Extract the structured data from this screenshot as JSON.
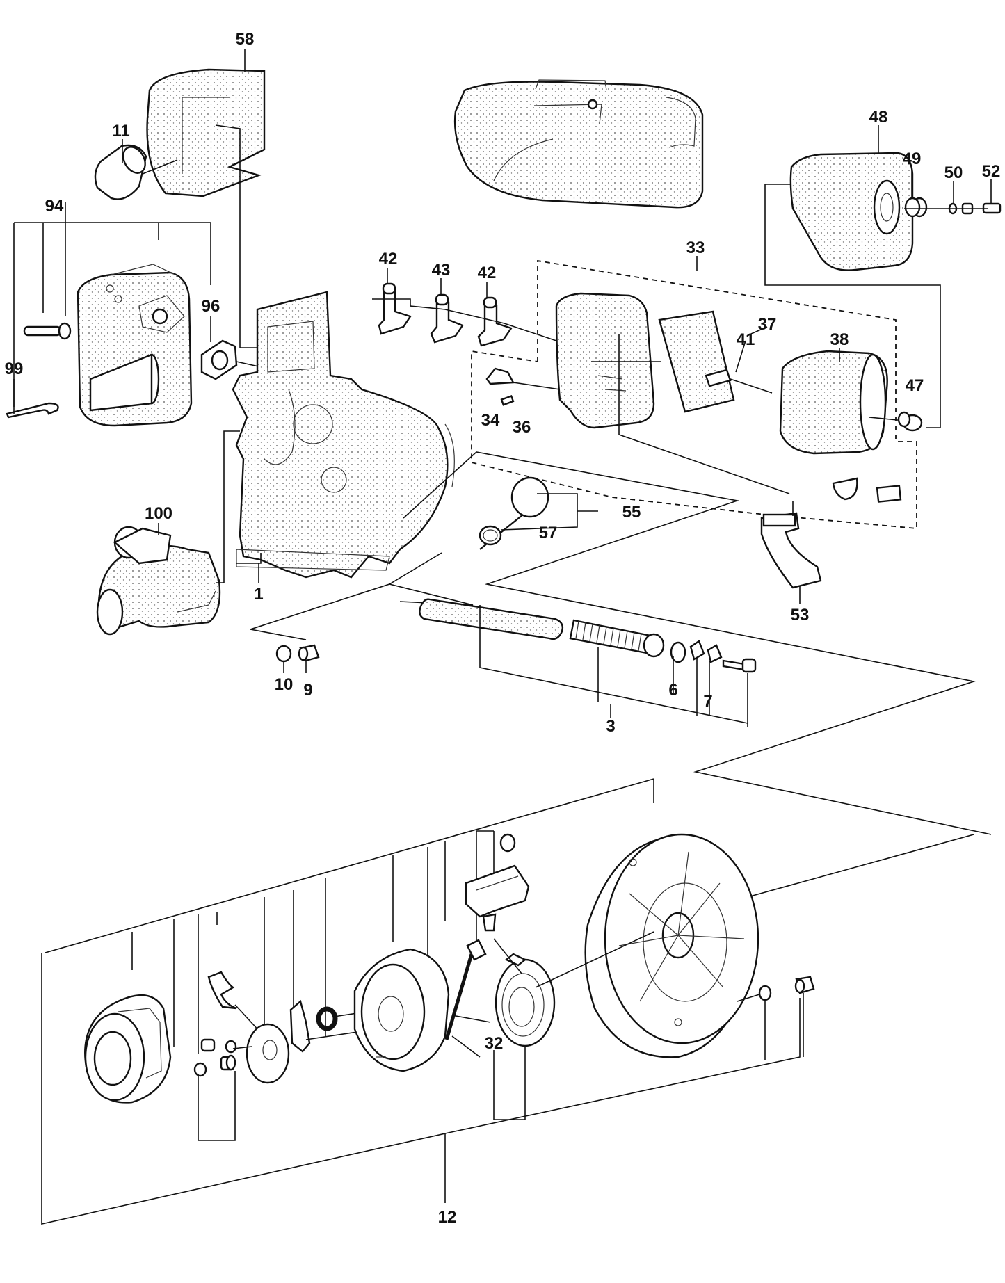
{
  "labels": {
    "p1": "1",
    "p3": "3",
    "p6": "6",
    "p7": "7",
    "p9": "9",
    "p10": "10",
    "p11": "11",
    "p12": "12",
    "p32": "32",
    "p33": "33",
    "p34": "34",
    "p36": "36",
    "p37": "37",
    "p38": "38",
    "p41": "41",
    "p42a": "42",
    "p42b": "42",
    "p43": "43",
    "p47": "47",
    "p48": "48",
    "p49": "49",
    "p50": "50",
    "p52": "52",
    "p53": "53",
    "p55": "55",
    "p57": "57",
    "p58": "58",
    "p94": "94",
    "p96": "96",
    "p99": "99",
    "p100": "100"
  }
}
